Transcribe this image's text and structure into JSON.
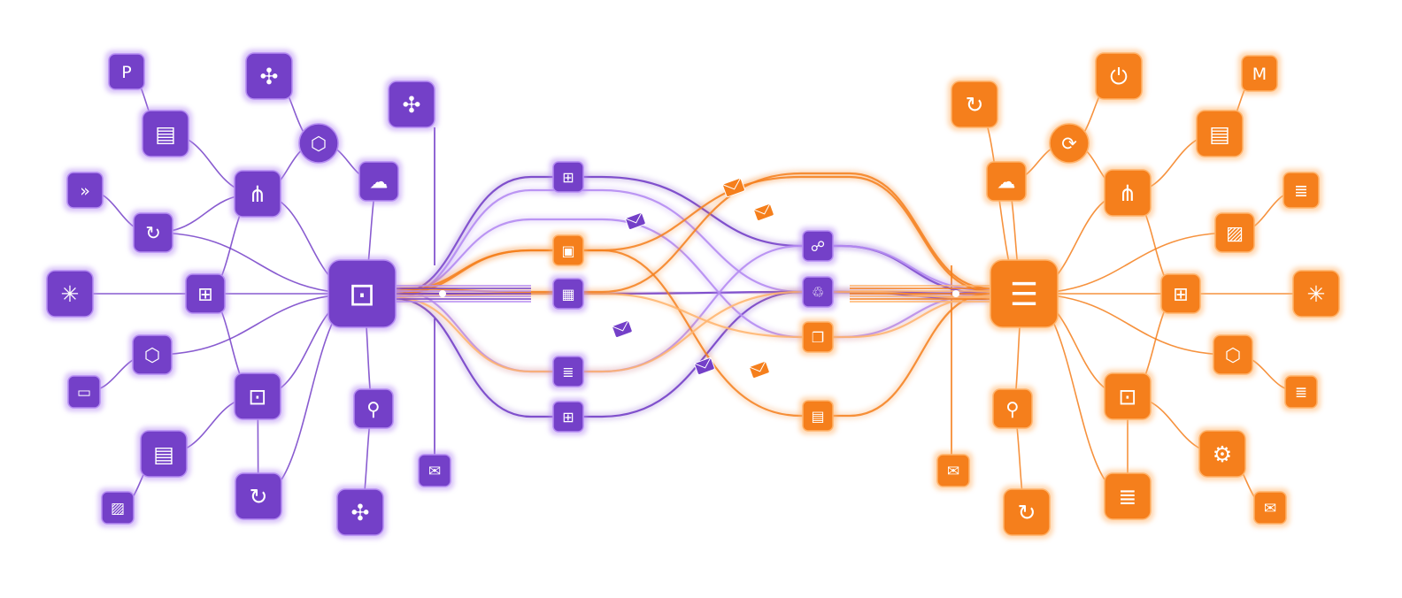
{
  "colors": {
    "purple": "#7440c8",
    "purple_light": "#b58cf2",
    "orange": "#f57f1c",
    "orange_light": "#ffb36b",
    "background": "#ffffff"
  },
  "left_cluster": {
    "hub": {
      "id": "L-main",
      "icon": "flow-diagram-icon"
    },
    "nodes": [
      {
        "id": "L-paypal",
        "icon": "paypal-icon"
      },
      {
        "id": "L-doc1",
        "icon": "document-icon"
      },
      {
        "id": "L-slack1",
        "icon": "slack-icon"
      },
      {
        "id": "L-cubeCircle",
        "icon": "cube-icon"
      },
      {
        "id": "L-slack2",
        "icon": "slack-icon"
      },
      {
        "id": "L-chevrons",
        "icon": "chevrons-icon"
      },
      {
        "id": "L-workflow",
        "icon": "workflow-icon"
      },
      {
        "id": "L-cloud",
        "icon": "cloud-icon"
      },
      {
        "id": "L-refresh1",
        "icon": "refresh-icon"
      },
      {
        "id": "L-hub",
        "icon": "hub-icon"
      },
      {
        "id": "L-grid",
        "icon": "grid-icon"
      },
      {
        "id": "L-cube",
        "icon": "cube-icon"
      },
      {
        "id": "L-card",
        "icon": "card-icon"
      },
      {
        "id": "L-flow",
        "icon": "flow-diagram-icon"
      },
      {
        "id": "L-bulb",
        "icon": "bulb-icon"
      },
      {
        "id": "L-doc2",
        "icon": "document-icon"
      },
      {
        "id": "L-image",
        "icon": "image-icon"
      },
      {
        "id": "L-refresh2",
        "icon": "refresh-icon"
      },
      {
        "id": "L-slack3",
        "icon": "slack-icon"
      },
      {
        "id": "L-mail",
        "icon": "mail-icon"
      }
    ]
  },
  "right_cluster": {
    "hub": {
      "id": "R-main",
      "icon": "layout-icon"
    },
    "nodes": [
      {
        "id": "R-refresh1",
        "icon": "refresh-icon"
      },
      {
        "id": "R-power",
        "icon": "power-icon"
      },
      {
        "id": "R-gmail",
        "icon": "gmail-icon"
      },
      {
        "id": "R-circle",
        "icon": "sync-icon"
      },
      {
        "id": "R-doc",
        "icon": "document-icon"
      },
      {
        "id": "R-cloud",
        "icon": "cloud-icon"
      },
      {
        "id": "R-workflow",
        "icon": "workflow-icon"
      },
      {
        "id": "R-db1",
        "icon": "database-icon"
      },
      {
        "id": "R-image",
        "icon": "image-icon"
      },
      {
        "id": "R-grid",
        "icon": "grid-icon"
      },
      {
        "id": "R-hub",
        "icon": "hub-icon"
      },
      {
        "id": "R-cube",
        "icon": "cube-icon"
      },
      {
        "id": "R-db2",
        "icon": "database-icon"
      },
      {
        "id": "R-flow",
        "icon": "flow-diagram-icon"
      },
      {
        "id": "R-bulb",
        "icon": "bulb-icon"
      },
      {
        "id": "R-gear",
        "icon": "gear-icon"
      },
      {
        "id": "R-db3",
        "icon": "database-icon"
      },
      {
        "id": "R-refresh2",
        "icon": "refresh-icon"
      },
      {
        "id": "R-mail1",
        "icon": "mail-icon"
      },
      {
        "id": "R-mail2",
        "icon": "mail-icon"
      }
    ]
  },
  "middle": {
    "nodes": [
      {
        "id": "M-a",
        "icon": "grid-icon",
        "theme": "purple"
      },
      {
        "id": "M-b",
        "icon": "folder-icon",
        "theme": "orange"
      },
      {
        "id": "M-c",
        "icon": "calendar-icon",
        "theme": "purple"
      },
      {
        "id": "M-d",
        "icon": "database-icon",
        "theme": "purple"
      },
      {
        "id": "M-e",
        "icon": "grid-icon",
        "theme": "purple"
      },
      {
        "id": "M-f",
        "icon": "chat-icon",
        "theme": "purple"
      },
      {
        "id": "M-g",
        "icon": "handshake-icon",
        "theme": "purple"
      },
      {
        "id": "M-h",
        "icon": "copy-icon",
        "theme": "orange"
      },
      {
        "id": "M-i",
        "icon": "document-icon",
        "theme": "orange"
      }
    ],
    "envelopes": [
      {
        "id": "E-1",
        "theme": "orange"
      },
      {
        "id": "E-2",
        "theme": "orange"
      },
      {
        "id": "E-3",
        "theme": "purple"
      },
      {
        "id": "E-4",
        "theme": "purple"
      },
      {
        "id": "E-5",
        "theme": "purple"
      },
      {
        "id": "E-6",
        "theme": "orange"
      }
    ]
  }
}
